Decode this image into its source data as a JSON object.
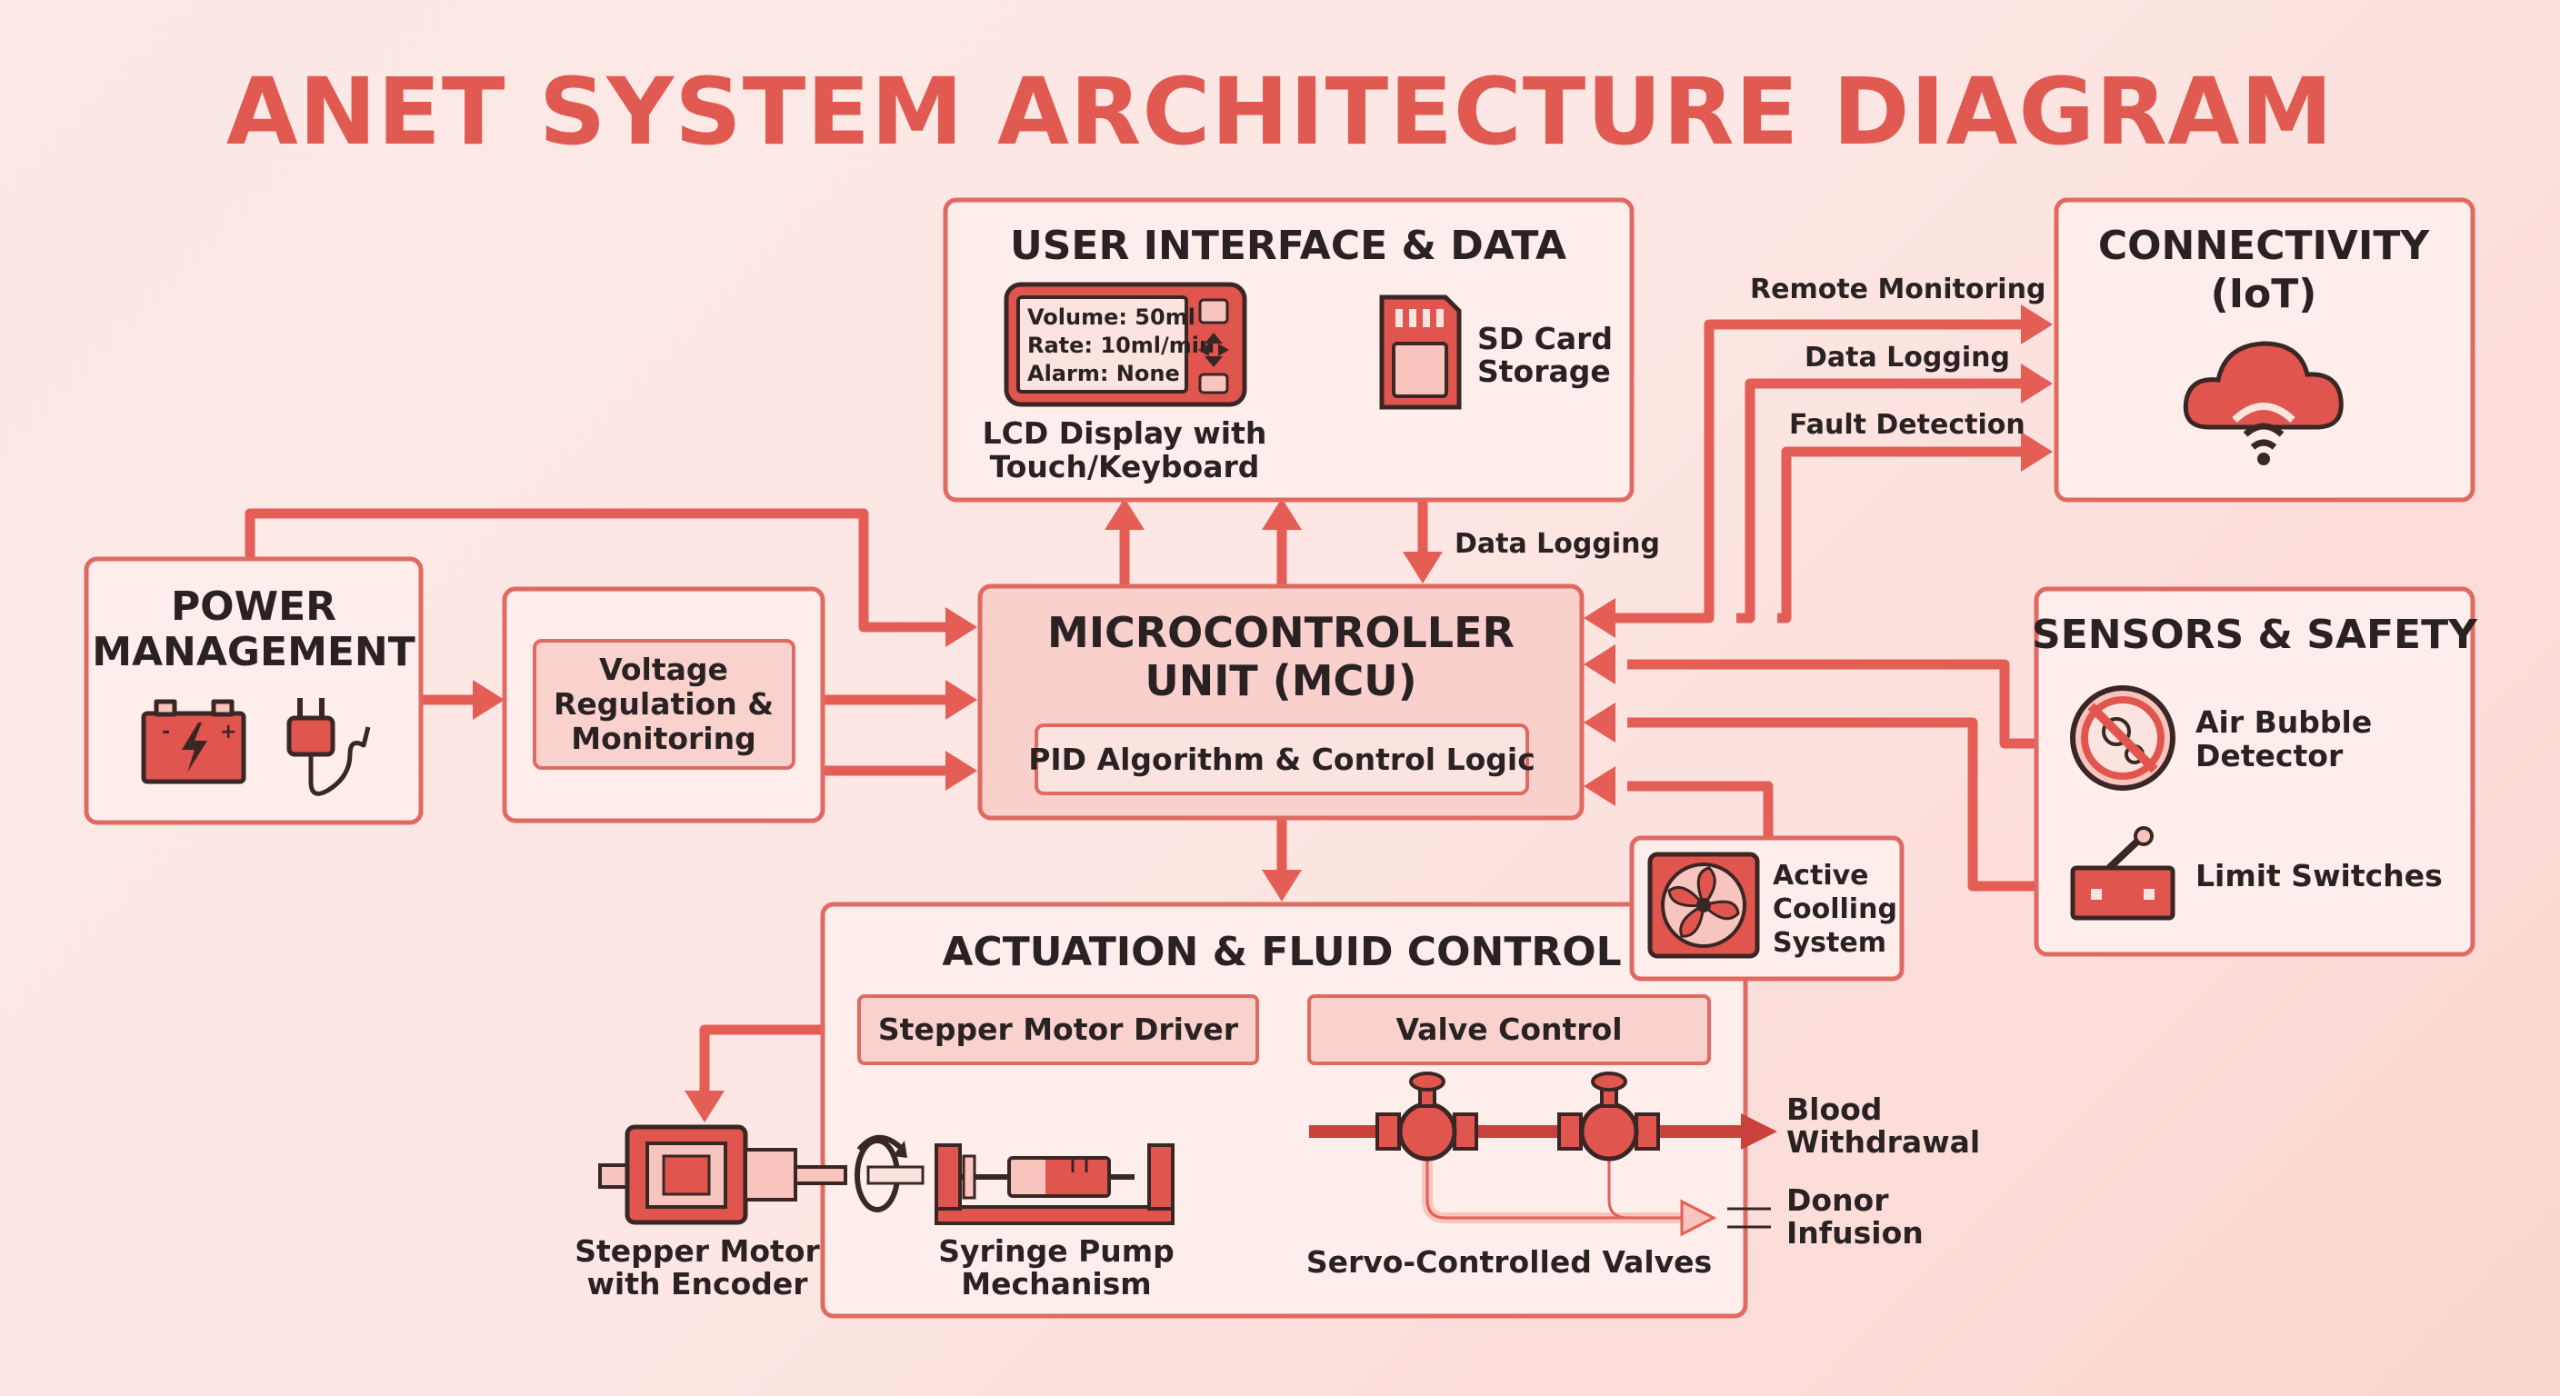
{
  "title": "ANET SYSTEM ARCHITECTURE DIAGRAM",
  "power": {
    "header_line1": "POWER",
    "header_line2": "MANAGEMENT",
    "icons": [
      "battery-icon",
      "power-plug-icon"
    ],
    "voltage_line1": "Voltage",
    "voltage_line2": "Regulation &",
    "voltage_line3": "Monitoring"
  },
  "ui": {
    "header": "USER INTERFACE & DATA",
    "lcd_line1": "Volume: 50ml",
    "lcd_line2": "Rate: 10ml/min",
    "lcd_line3": "Alarm: None",
    "lcd_caption1": "LCD Display with",
    "lcd_caption2": "Touch/Keyboard",
    "sd_line1": "SD Card",
    "sd_line2": "Storage",
    "data_logging": "Data Logging"
  },
  "mcu": {
    "header_line1": "MICROCONTROLLER",
    "header_line2": "UNIT (MCU)",
    "pid": "PID Algorithm & Control Logic"
  },
  "connectivity": {
    "header_line1": "CONNECTIVITY",
    "header_line2": "(IoT)",
    "link1": "Remote Monitoring",
    "link2": "Data Logging",
    "link3": "Fault Detection",
    "icon": "cloud-wifi-icon"
  },
  "sensors": {
    "header": "SENSORS & SAFETY",
    "bubble_line1": "Air Bubble",
    "bubble_line2": "Detector",
    "limit": "Limit Switches"
  },
  "cooling": {
    "line1": "Active",
    "line2": "Coolling",
    "line3": "System",
    "icon": "fan-icon"
  },
  "actuation": {
    "header": "ACTUATION & FLUID CONTROL",
    "driver": "Stepper Motor Driver",
    "valve": "Valve Control",
    "motor_line1": "Stepper Motor",
    "motor_line2": "with Encoder",
    "syringe_line1": "Syringe Pump",
    "syringe_line2": "Mechanism",
    "servo": "Servo-Controlled Valves",
    "blood_line1": "Blood",
    "blood_line2": "Withdrawal",
    "donor_line1": "Donor",
    "donor_line2": "Infusion"
  },
  "colors": {
    "accent": "#e45e55",
    "box_fill": "#fdeeec",
    "box_inner_fill": "#f9d2cd",
    "text": "#2a2222",
    "title": "#e05a52"
  }
}
